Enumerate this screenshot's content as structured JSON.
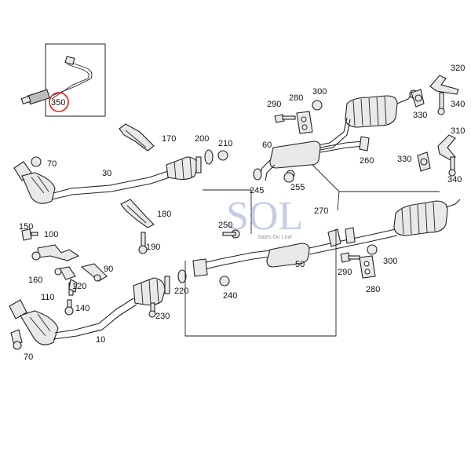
{
  "callouts": {
    "c350": "350",
    "c320": "320",
    "c280_top": "280",
    "c300_top": "300",
    "c290_top": "290",
    "c340_top": "340",
    "c330_top": "330",
    "c170": "170",
    "c200": "200",
    "c210": "210",
    "c60": "60",
    "c310": "310",
    "c70_top": "70",
    "c30": "30",
    "c260": "260",
    "c330_mid": "330",
    "c340_mid": "340",
    "c245": "245",
    "c255": "255",
    "c180": "180",
    "c270": "270",
    "c150": "150",
    "c100": "100",
    "c250": "250",
    "c190": "190",
    "c90": "90",
    "c300_mid": "300",
    "c50": "50",
    "c290_mid": "290",
    "c160": "160",
    "c120": "120",
    "c110": "110",
    "c220": "220",
    "c140": "140",
    "c240": "240",
    "c280_mid": "280",
    "c230": "230",
    "c10": "10",
    "c70_bottom": "70"
  },
  "watermark": {
    "logo": "SOL",
    "tagline": "Sales On Line"
  },
  "colors": {
    "highlight_ring": "#e0201b",
    "line": "#222222",
    "watermark": "#7d8fc9"
  }
}
